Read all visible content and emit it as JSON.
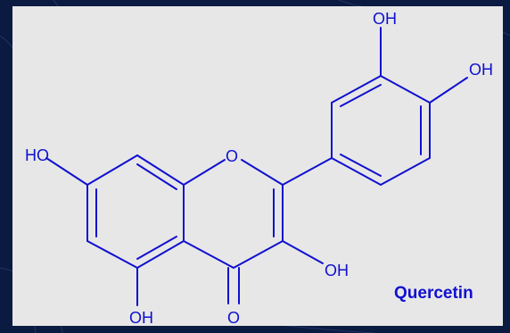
{
  "diagram": {
    "compound_name": "Quercetin",
    "bond_color": "#1010d0",
    "panel_color": "#e7e7e7",
    "background_color": "#0b1a40",
    "atom_labels": {
      "oh_b_ring_upper": "OH",
      "oh_b_ring_right": "OH",
      "ho_a_ring": "HO",
      "ring_oxygen": "O",
      "oh_c3": "OH",
      "oh_c5": "OH",
      "carbonyl_oxygen": "O"
    }
  }
}
